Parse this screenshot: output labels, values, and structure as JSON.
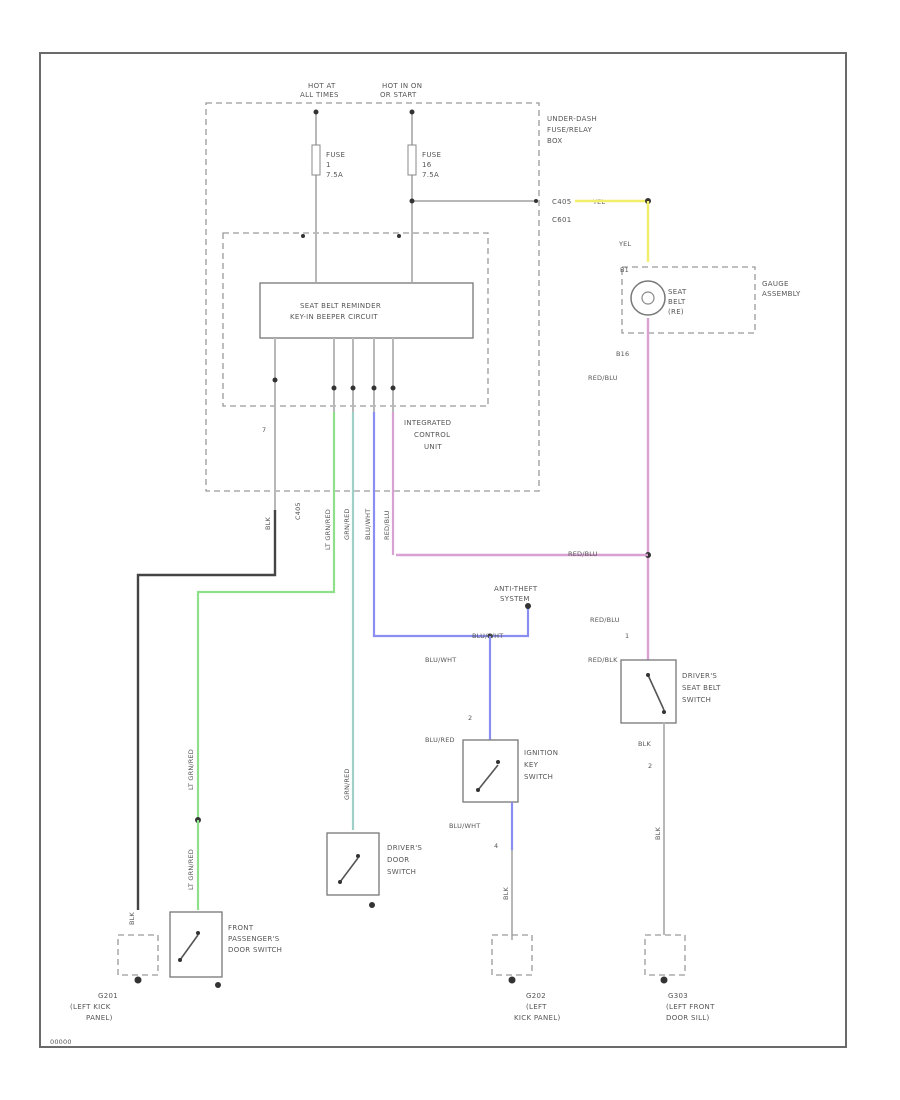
{
  "labels": {
    "hot_at_all_times": "HOT AT\nALL TIMES",
    "hot_in_on": "HOT IN ON\nOR START",
    "underdash_box": "UNDER-DASH\nFUSE/RELAY\nBOX",
    "fuse1": "FUSE\n1\n7.5A",
    "fuse2": "FUSE\n16\n7.5A",
    "circuit": "SEAT BELT REMINDER\nKEY-IN BEEPER CIRCUIT",
    "icu": "INTEGRATED\nCONTROL\nUNIT",
    "c601": "C601",
    "gauge": "GAUGE\nASSEMBLY",
    "seat_belt_ind": "SEAT\nBELT\n(RE)",
    "anti_theft": "ANTI-THEFT\nSYSTEM",
    "ignition_switch": "IGNITION\nKEY\nSWITCH",
    "drivers_belt_switch": "DRIVER'S\nSEAT BELT\nSWITCH",
    "drivers_door_switch": "DRIVER'S\nDOOR\nSWITCH",
    "front_pass_door": "FRONT\nPASSENGER'S\nDOOR SWITCH",
    "g201": "G201\n(LEFT KICK\nPANEL)",
    "g202": "G202\n(LEFT\nKICK PANEL)",
    "g303": "G303\n(LEFT FRONT\nDOOR SILL)",
    "code": "00000"
  },
  "wires": {
    "yel1": "YEL",
    "yel2": "YEL",
    "num_1": "1",
    "red_blu_1": "RED/BLU",
    "red_blu_2": "RED/BLU",
    "red_blu_3": "RED/BLU",
    "red_blk": "RED/BLK",
    "blk_1": "BLK",
    "blk_2": "BLK",
    "blk_3": "BLK",
    "blk_4": "BLK",
    "blu_wht_1": "BLU/WHT",
    "blu_wht_2": "BLU/WHT",
    "blu_wht_3": "BLU/WHT",
    "blu_wht_v": "BLU/WHT",
    "blu_red": "BLU/RED",
    "lt_grn_red_1": "LT GRN/RED",
    "lt_grn_red_2": "LT GRN/RED",
    "lt_grn_red_3": "LT GRN/RED",
    "grn_red": "GRN/RED",
    "red_blu_v": "RED/BLU",
    "grn_red_2": "GRN/RED",
    "c_label": "C405"
  },
  "colors": {
    "yellow": "#f2ee6a",
    "pink": "#d9a0d3",
    "green": "#8fe08a",
    "lt_green": "#9fd0c8",
    "blue": "#8a8ef0",
    "dark": "#444444",
    "olive": "#c8c07a"
  }
}
